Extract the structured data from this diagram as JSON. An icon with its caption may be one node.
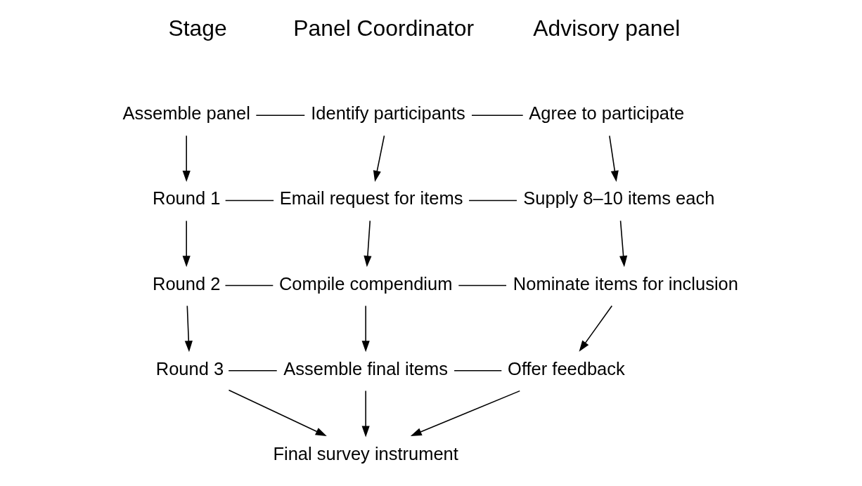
{
  "diagram": {
    "nodes": [
      {
        "text": [
          "Assemble panel"
        ]
      },
      {
        "text": [
          "Identify participants"
        ]
      },
      {
        "text": [
          "Agree to participate"
        ]
      },
      {
        "text": [
          "Round 1"
        ]
      },
      {
        "text": [
          "Email request for items"
        ]
      },
      {
        "text": [
          "Supply 8–10 items each"
        ]
      },
      {
        "text": [
          "Round 2"
        ]
      },
      {
        "text": [
          "Compile compendium"
        ]
      },
      {
        "text": [
          "Nominate items for inclusion"
        ]
      },
      {
        "text": [
          "Round 3"
        ]
      },
      {
        "text": [
          "Assemble final items"
        ]
      },
      {
        "text": [
          "Offer feedback"
        ]
      },
      {
        "text": [
          "Final survey instrument"
        ]
      }
    ],
    "edges": [
      {
        "from": 0,
        "to": 1,
        "arrow": "none"
      },
      {
        "from": 1,
        "to": 2,
        "arrow": "none"
      },
      {
        "from": 0,
        "to": 3,
        "arrow": "to"
      },
      {
        "from": 1,
        "to": 4,
        "arrow": "to"
      },
      {
        "from": 2,
        "to": 5,
        "arrow": "to"
      },
      {
        "from": 3,
        "to": 4,
        "arrow": "none"
      },
      {
        "from": 4,
        "to": 5,
        "arrow": "none"
      },
      {
        "from": 3,
        "to": 6,
        "arrow": "to"
      },
      {
        "from": 4,
        "to": 7,
        "arrow": "to"
      },
      {
        "from": 5,
        "to": 8,
        "arrow": "to"
      },
      {
        "from": 6,
        "to": 7,
        "arrow": "none"
      },
      {
        "from": 7,
        "to": 8,
        "arrow": "none"
      },
      {
        "from": 6,
        "to": 9,
        "arrow": "to"
      },
      {
        "from": 7,
        "to": 10,
        "arrow": "to"
      },
      {
        "from": 8,
        "to": 11,
        "arrow": "to"
      },
      {
        "from": 9,
        "to": 10,
        "arrow": "none"
      },
      {
        "from": 10,
        "to": 11,
        "arrow": "none"
      },
      {
        "from": 9,
        "to": 12,
        "arrow": "to"
      },
      {
        "from": 10,
        "to": 12,
        "arrow": "to"
      },
      {
        "from": 11,
        "to": 12,
        "arrow": "to"
      }
    ],
    "labels": [
      "Stage",
      "Panel Coordinator",
      "Advisory panel"
    ]
  }
}
